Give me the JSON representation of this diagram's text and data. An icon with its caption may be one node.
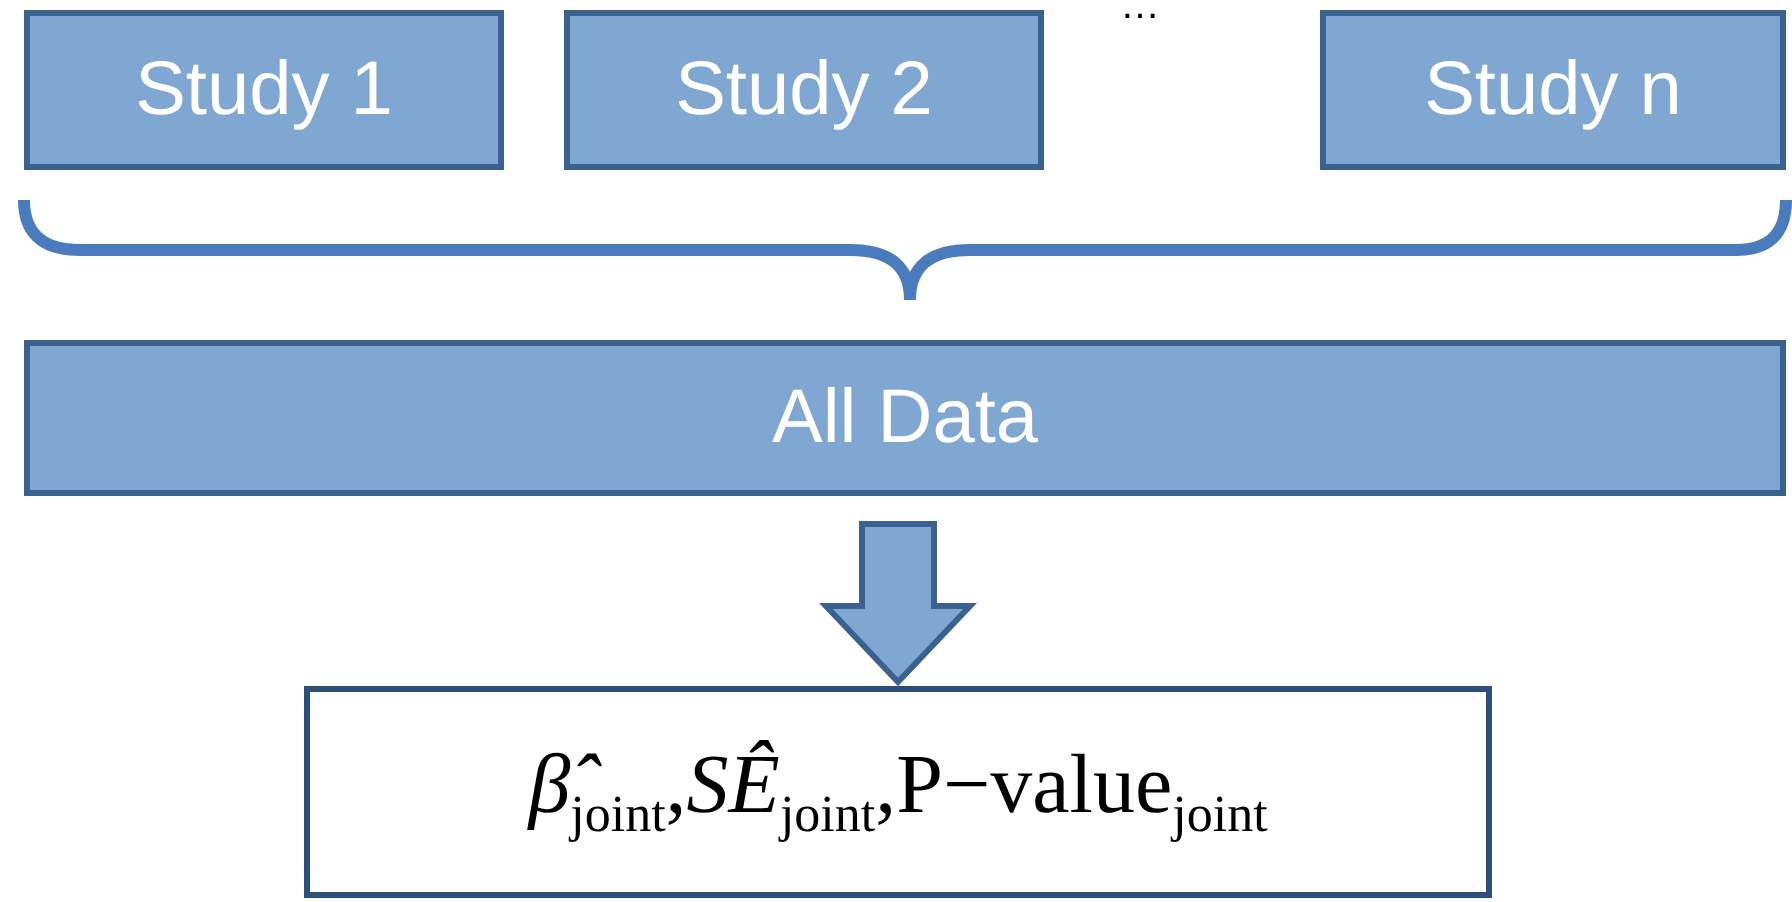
{
  "diagram": {
    "nodes": [
      {
        "text": [
          "Study 1"
        ]
      },
      {
        "text": [
          "Study 2"
        ]
      },
      {
        "text": [
          "Study n"
        ]
      },
      {
        "text": [
          "All Data"
        ]
      },
      {
        "text": [
          "*β̂*$_{joint}$,*SÊ*$_{joint}$,P−value$_{joint}$"
        ]
      }
    ],
    "edges": [
      {
        "from": 3,
        "to": 4,
        "arrow": "to",
        "style": "thick"
      }
    ],
    "labels": [
      "…"
    ]
  }
}
